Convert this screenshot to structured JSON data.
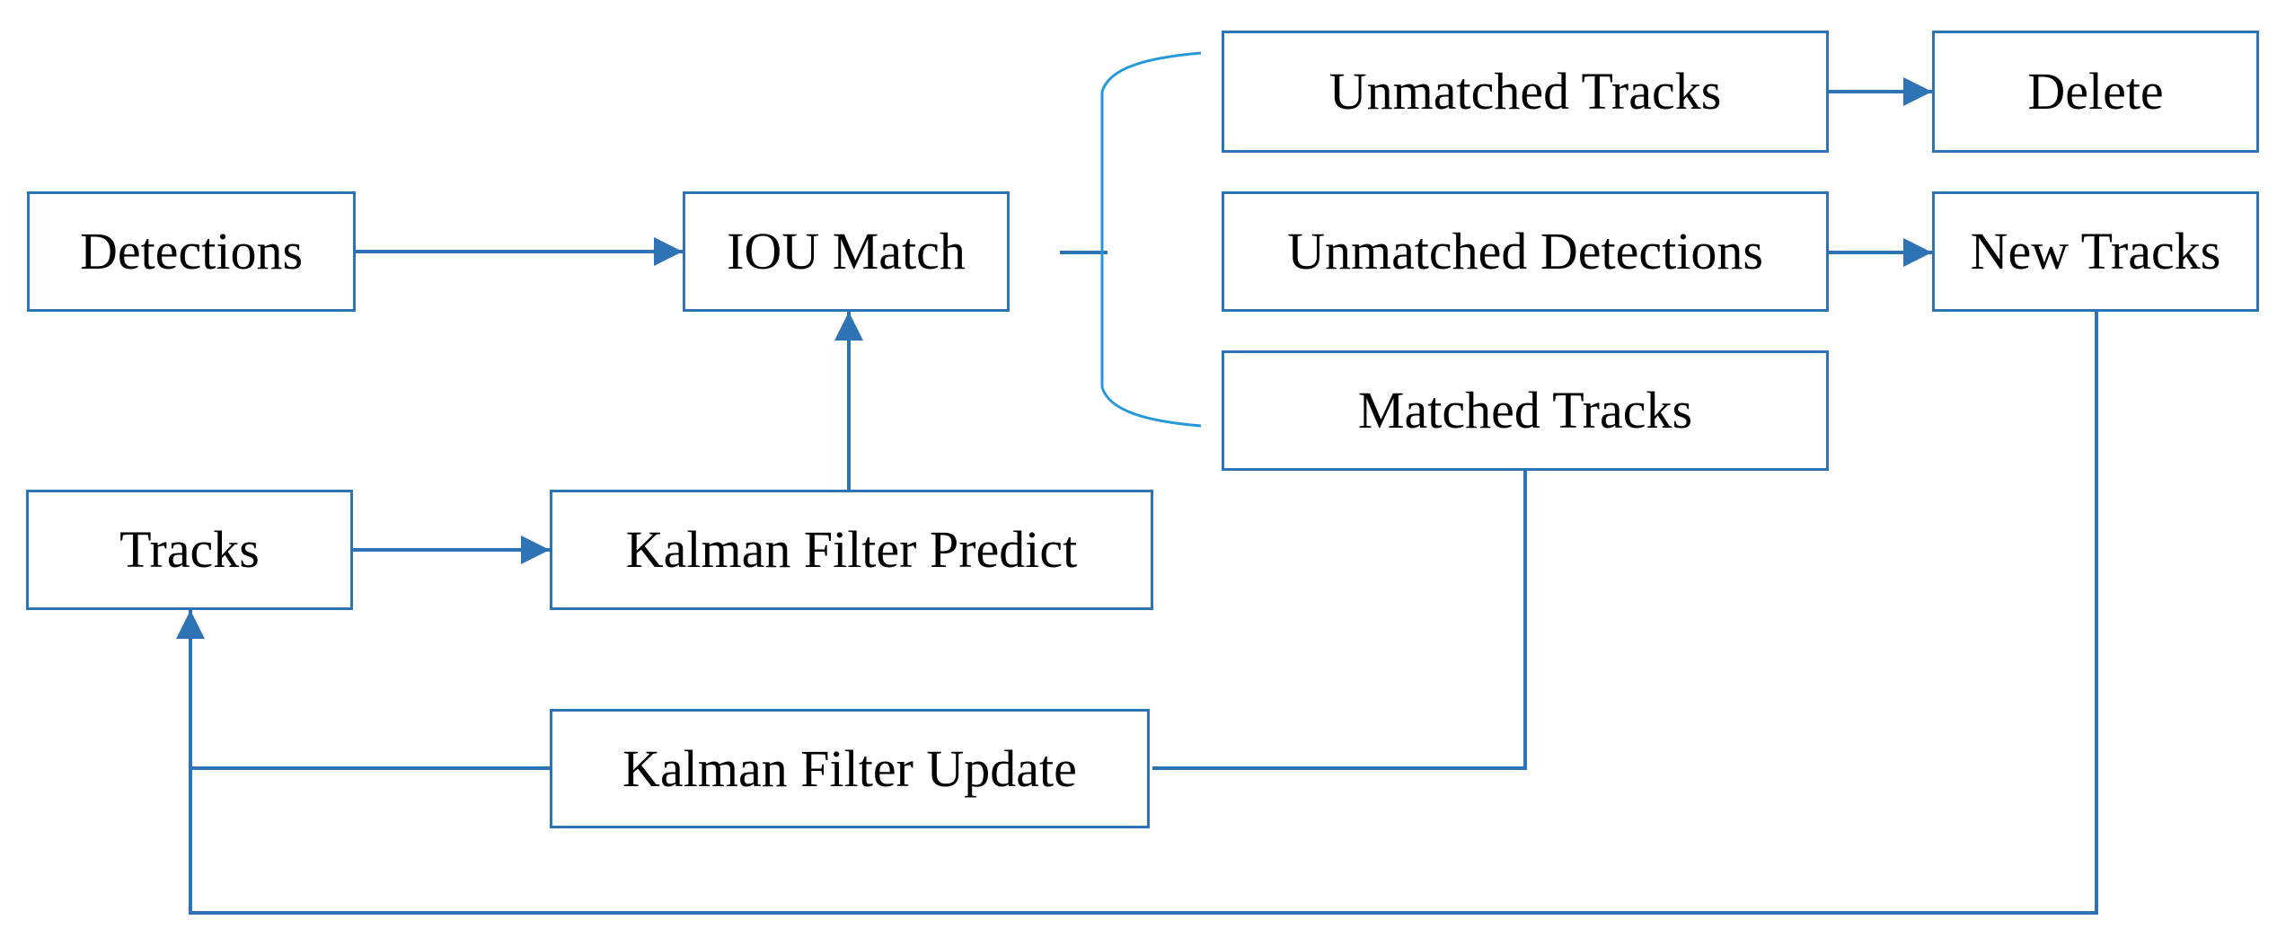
{
  "diagram": {
    "type": "flowchart",
    "description": "Multi-object tracking pipeline (SORT-style) flow diagram",
    "colors": {
      "accent": "#2E74B5",
      "bracket": "#2599D8",
      "box_fill": "#FFFFFF",
      "text": "#000000",
      "bg": "#FFFFFF"
    },
    "nodes": [
      {
        "id": "detections",
        "label": "Detections"
      },
      {
        "id": "iou-match",
        "label": "IOU Match"
      },
      {
        "id": "unmatched-tracks",
        "label": "Unmatched Tracks"
      },
      {
        "id": "delete",
        "label": "Delete"
      },
      {
        "id": "unmatched-detections",
        "label": "Unmatched Detections"
      },
      {
        "id": "new-tracks",
        "label": "New Tracks"
      },
      {
        "id": "matched-tracks",
        "label": "Matched Tracks"
      },
      {
        "id": "tracks",
        "label": "Tracks"
      },
      {
        "id": "kalman-filter-predict",
        "label": "Kalman Filter Predict"
      },
      {
        "id": "kalman-filter-update",
        "label": "Kalman Filter Update"
      }
    ],
    "edges": [
      {
        "from": "detections",
        "to": "iou-match",
        "arrow": true
      },
      {
        "from": "tracks",
        "to": "kalman-filter-predict",
        "arrow": true
      },
      {
        "from": "kalman-filter-predict",
        "to": "iou-match",
        "arrow": true
      },
      {
        "from": "iou-match",
        "to": "match-outcomes-brace",
        "arrow": false
      },
      {
        "from": "unmatched-tracks",
        "to": "delete",
        "arrow": true
      },
      {
        "from": "unmatched-detections",
        "to": "new-tracks",
        "arrow": true
      },
      {
        "from": "matched-tracks",
        "to": "kalman-filter-update",
        "arrow": false
      },
      {
        "from": "kalman-filter-update",
        "to": "tracks",
        "arrow": true
      },
      {
        "from": "new-tracks",
        "to": "tracks",
        "arrow": true
      }
    ]
  }
}
